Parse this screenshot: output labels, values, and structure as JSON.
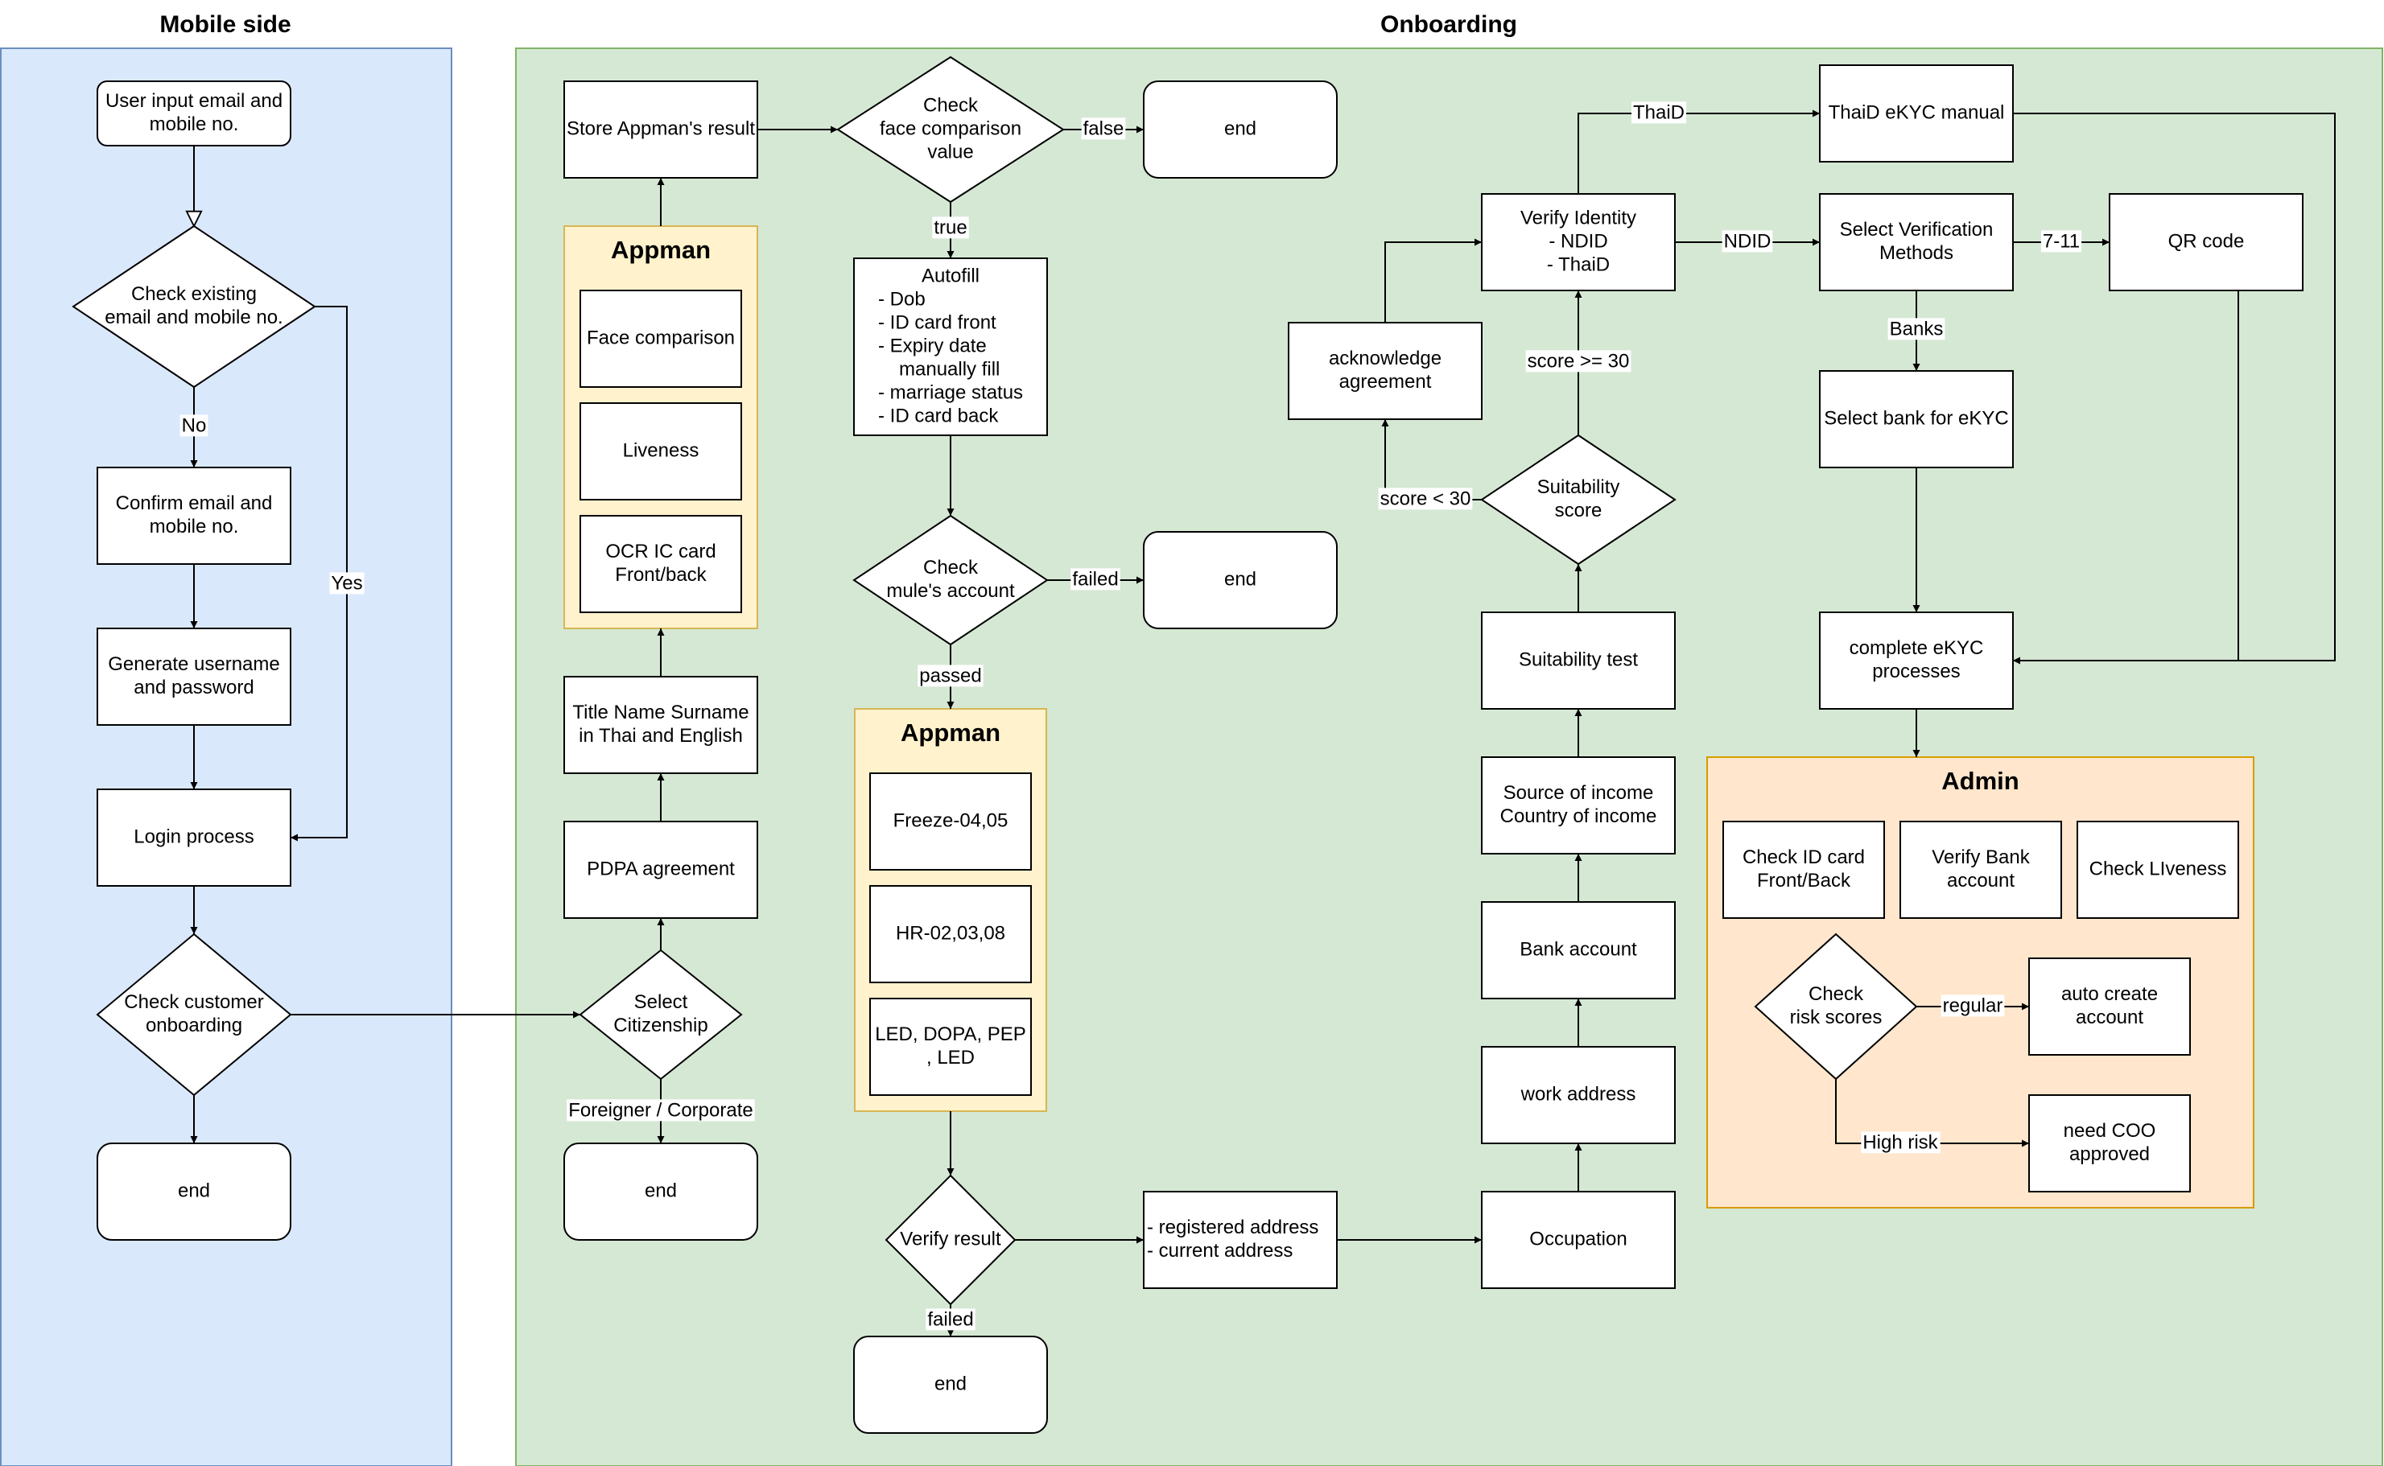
{
  "lanes": {
    "mobile": "Mobile side",
    "onboarding": "Onboarding"
  },
  "groups": {
    "appman_top": "Appman",
    "appman_mid": "Appman",
    "admin": "Admin"
  },
  "nodes": {
    "user_input": [
      "User input email and",
      "mobile no."
    ],
    "check_existing": [
      "Check existing",
      "email and mobile no."
    ],
    "confirm_email": [
      "Confirm email and",
      "mobile no."
    ],
    "generate_username": [
      "Generate username",
      "and password"
    ],
    "login_process": [
      "Login process"
    ],
    "check_customer": [
      "Check customer",
      "onboarding"
    ],
    "end_mobile": [
      "end"
    ],
    "select_citizenship": [
      "Select",
      "Citizenship"
    ],
    "end_citizenship": [
      "end"
    ],
    "pdpa": [
      "PDPA agreement"
    ],
    "title_name": [
      "Title Name Surname",
      "in Thai and English"
    ],
    "face_comparison": [
      "Face comparison"
    ],
    "liveness": [
      "Liveness"
    ],
    "ocr": [
      "OCR IC card",
      "Front/back"
    ],
    "store_result": [
      "Store Appman's result"
    ],
    "check_face": [
      "Check",
      "face comparison",
      "value"
    ],
    "end_face": [
      "end"
    ],
    "autofill": [
      "Autofill",
      "- Dob",
      "- ID card front",
      "- Expiry date",
      "manually fill",
      "- marriage status",
      "- ID card back"
    ],
    "check_mule": [
      "Check",
      "mule's account"
    ],
    "end_mule": [
      "end"
    ],
    "freeze": [
      "Freeze-04,05"
    ],
    "hr": [
      "HR-02,03,08"
    ],
    "led": [
      "LED, DOPA, PEP",
      ", LED"
    ],
    "verify_result": [
      "Verify result"
    ],
    "end_verify": [
      "end"
    ],
    "address": [
      "- registered address",
      "- current address"
    ],
    "occupation": [
      "Occupation"
    ],
    "work_address": [
      "work address"
    ],
    "bank_account": [
      "Bank account"
    ],
    "source_income": [
      "Source of income",
      "Country of income"
    ],
    "suitability_test": [
      "Suitability test"
    ],
    "suitability_score": [
      "Suitability",
      "score"
    ],
    "acknowledge": [
      "acknowledge",
      "agreement"
    ],
    "verify_identity": [
      "Verify Identity",
      "- NDID",
      "- ThaiD"
    ],
    "thaid_manual": [
      "ThaiD eKYC manual"
    ],
    "select_verification": [
      "Select Verification",
      "Methods"
    ],
    "qr_code": [
      "QR code"
    ],
    "select_bank": [
      "Select bank for eKYC"
    ],
    "complete_ekyc": [
      "complete eKYC",
      "processes"
    ],
    "check_id_card": [
      "Check ID card",
      "Front/Back"
    ],
    "verify_bank": [
      "Verify Bank",
      "account"
    ],
    "check_liveness": [
      "Check LIveness"
    ],
    "check_risk": [
      "Check",
      "risk scores"
    ],
    "auto_create": [
      "auto create",
      "account"
    ],
    "need_coo": [
      "need COO",
      "approved"
    ]
  },
  "edge_labels": {
    "no": "No",
    "yes": "Yes",
    "foreigner": "Foreigner / Corporate",
    "false": "false",
    "true": "true",
    "failed_mule": "failed",
    "passed": "passed",
    "failed_verify": "failed",
    "score_low": "score < 30",
    "score_high": "score >= 30",
    "thaid": "ThaiD",
    "ndid": "NDID",
    "seven_eleven": "7-11",
    "banks": "Banks",
    "regular": "regular",
    "high_risk": "High risk"
  },
  "colors": {
    "mobile_lane": "#dae8fc",
    "mobile_lane_border": "#6c8ebf",
    "onboarding_lane": "#d5e8d4",
    "onboarding_lane_border": "#82b366",
    "appman_group": "#fff2cc",
    "appman_group_border": "#d6b656",
    "admin_group": "#ffe6cc",
    "admin_group_border": "#d79b00",
    "node_fill": "#ffffff",
    "stroke": "#000000"
  }
}
